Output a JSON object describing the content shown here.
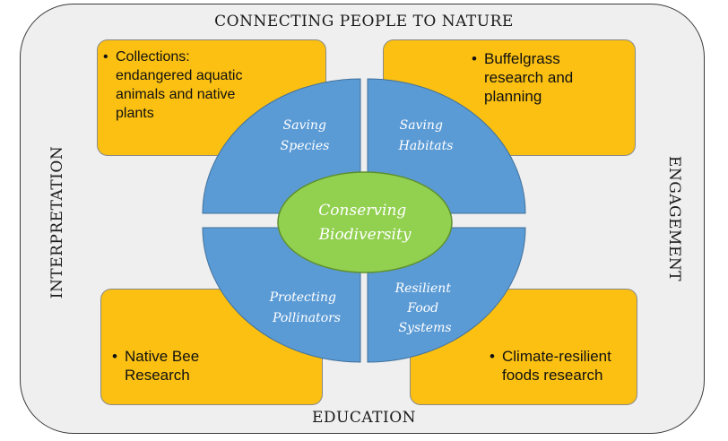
{
  "titles": {
    "top": "CONNECTING PEOPLE TO NATURE",
    "bottom": "EDUCATION",
    "left": "INTERPRETATION",
    "right": "ENGAGEMENT"
  },
  "boxes": {
    "top_left": {
      "bullet": "•",
      "lines": [
        "Collections:",
        "endangered aquatic",
        "animals and native",
        "plants"
      ]
    },
    "top_right": {
      "bullet": "•",
      "lines": [
        "Buffelgrass",
        "research and",
        "planning"
      ]
    },
    "bottom_left": {
      "bullet": "•",
      "lines": [
        "Native Bee",
        "Research"
      ]
    },
    "bottom_right": {
      "bullet": "•",
      "lines": [
        "Climate-resilient",
        "foods research"
      ]
    }
  },
  "quadrants": {
    "top_left": {
      "lines": [
        "Saving",
        "Species"
      ]
    },
    "top_right": {
      "lines": [
        "Saving",
        "Habitats"
      ]
    },
    "bottom_left": {
      "lines": [
        "Protecting",
        "Pollinators"
      ]
    },
    "bottom_right": {
      "lines": [
        "Resilient",
        "Food",
        "Systems"
      ]
    }
  },
  "center": {
    "lines": [
      "Conserving",
      "Biodiversity"
    ]
  },
  "colors": {
    "box_fill": "#fbc012",
    "quadrant_fill": "#5b9bd5",
    "quadrant_stroke": "#41719c",
    "center_fill": "#92d050",
    "center_stroke": "#5e8f2e",
    "frame_fill": "#efefef"
  }
}
